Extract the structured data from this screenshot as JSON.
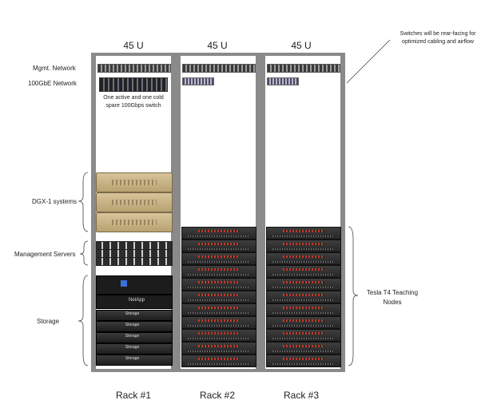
{
  "racks": [
    {
      "top_label": "45 U",
      "bottom_label": "Rack #1"
    },
    {
      "top_label": "45 U",
      "bottom_label": "Rack #2"
    },
    {
      "top_label": "45 U",
      "bottom_label": "Rack #3"
    }
  ],
  "labels": {
    "mgmt_network": "Mgmt. Network",
    "network_100gbe": "100GbE Network",
    "dgx": "DGX-1 systems",
    "mgmt_servers": "Management Servers",
    "storage": "Storage",
    "tesla": "Tesla T4 Teaching Nodes"
  },
  "notes": {
    "switch_note": "Switches will be rear-facing for optimized cabling and airflow",
    "spare_switch": "One active and one cold spare 100Gbps switch"
  },
  "device_labels": {
    "storage_brand": "NetApp",
    "storage_unit": "Storage"
  },
  "colors": {
    "rack_frame": "#8a8a8a",
    "dgx_gold": "#c8b07e",
    "node_red": "#c23a2a"
  }
}
